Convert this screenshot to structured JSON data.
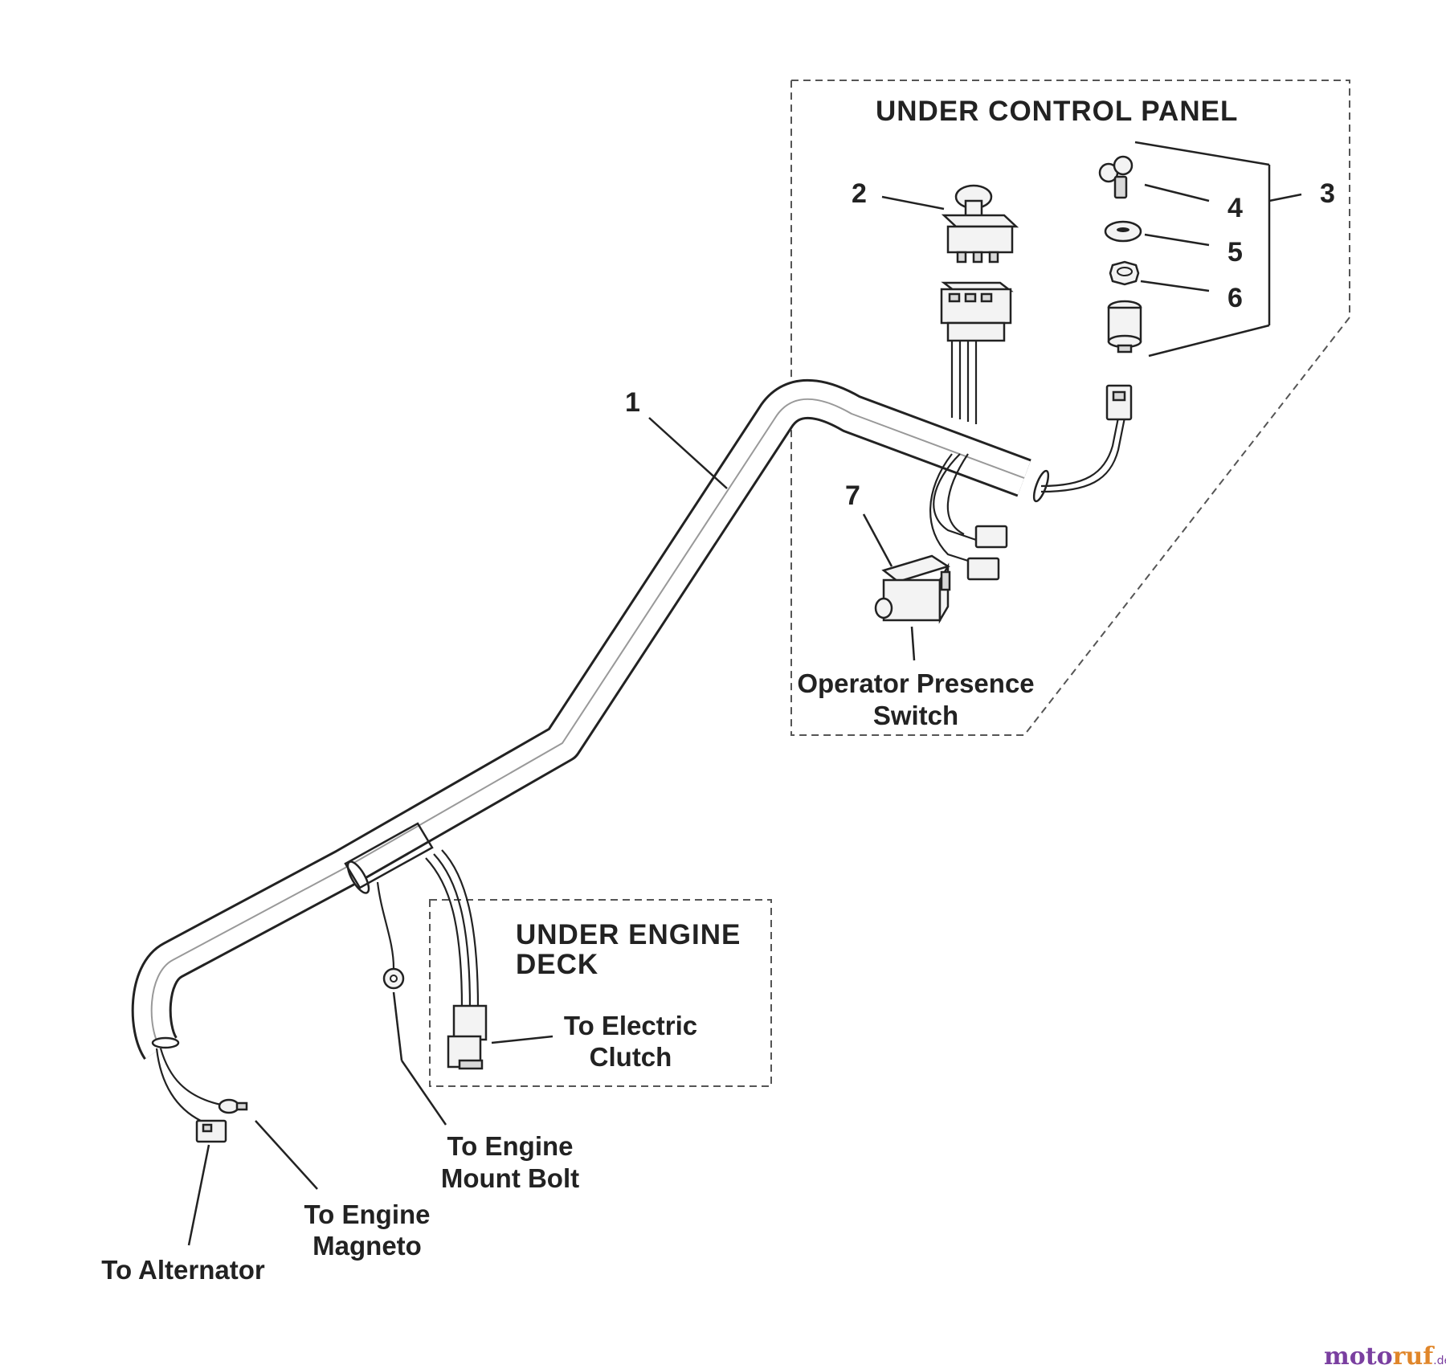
{
  "panels": {
    "control_panel_title": "UNDER CONTROL PANEL",
    "engine_deck_title_line1": "UNDER ENGINE",
    "engine_deck_title_line2": "DECK"
  },
  "callouts": {
    "c1": "1",
    "c2": "2",
    "c3": "3",
    "c4": "4",
    "c5": "5",
    "c6": "6",
    "c7": "7"
  },
  "labels": {
    "operator_presence_line1": "Operator Presence",
    "operator_presence_line2": "Switch",
    "electric_clutch_line1": "To Electric",
    "electric_clutch_line2": "Clutch",
    "engine_mount_line1": "To Engine",
    "engine_mount_line2": "Mount Bolt",
    "engine_magneto_line1": "To Engine",
    "engine_magneto_line2": "Magneto",
    "alternator": "To Alternator"
  },
  "watermark": {
    "part1": "moto",
    "part2": "ruf",
    "part3": ".de"
  }
}
